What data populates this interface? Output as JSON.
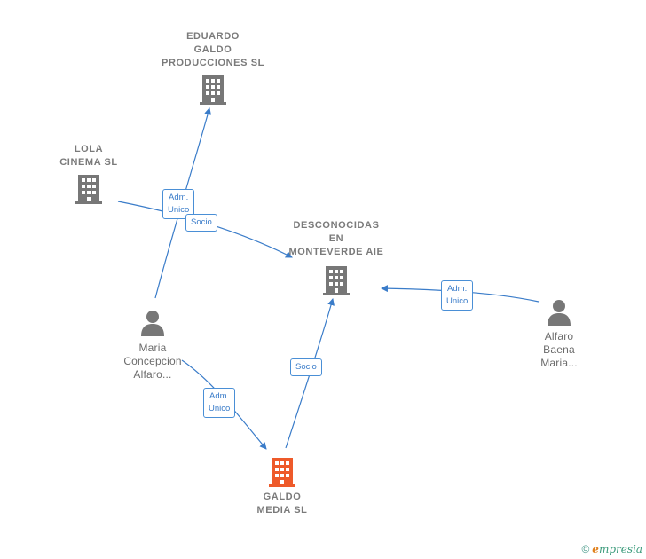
{
  "nodes": {
    "eduardo": {
      "label": "EDUARDO\nGALDO\nPRODUCCIONES SL"
    },
    "lola": {
      "label": "LOLA\nCINEMA  SL"
    },
    "desconocidas": {
      "label": "DESCONOCIDAS\nEN\nMONTEVERDE AIE"
    },
    "maria": {
      "label": "Maria\nConcepcion\nAlfaro..."
    },
    "alfaro": {
      "label": "Alfaro\nBaena\nMaria..."
    },
    "galdo": {
      "label": "GALDO\nMEDIA  SL"
    }
  },
  "edges": {
    "maria_eduardo": "Adm.\nUnico",
    "lola_desconocidas": "Socio",
    "alfaro_desconocidas": "Adm.\nUnico",
    "maria_galdo": "Adm.\nUnico",
    "galdo_desconocidas": "Socio"
  },
  "colors": {
    "edge": "#3a7cc9",
    "company": "#777777",
    "focus": "#ee5a2a",
    "person": "#777777"
  },
  "footer": {
    "copyright": "©",
    "brand_initial": "e",
    "brand_rest": "mpresia"
  }
}
